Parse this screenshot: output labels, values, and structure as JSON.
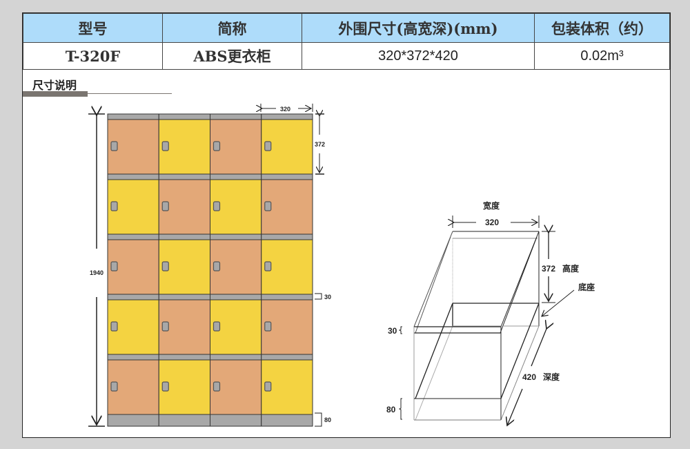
{
  "table": {
    "headers": [
      "型号",
      "简称",
      "外围尺寸(高宽深)(mm)",
      "包装体积（约）"
    ],
    "values": [
      "T-320F",
      "ABS更衣柜",
      "320*372*420",
      "0.02m³"
    ]
  },
  "section_title": "尺寸说明",
  "front_view": {
    "columns": 4,
    "door_pattern": [
      [
        "orange",
        "yellow",
        "orange",
        "yellow"
      ],
      [
        "yellow",
        "orange",
        "yellow",
        "orange"
      ],
      [
        "orange",
        "yellow",
        "orange",
        "yellow"
      ],
      [
        "yellow",
        "orange",
        "yellow",
        "orange"
      ],
      [
        "orange",
        "yellow",
        "orange",
        "yellow"
      ]
    ],
    "colors": {
      "orange": "#e3a878",
      "yellow": "#f4d341",
      "gray": "#a8a8a8"
    },
    "dim_total_height": "1940",
    "dim_width": "320",
    "dim_door_height": "372",
    "dim_divider": "30",
    "dim_base": "80"
  },
  "iso_view": {
    "width_label": "宽度",
    "width": "320",
    "height": "372",
    "height_label": "高度",
    "base_label": "底座",
    "top": "30",
    "bottom": "80",
    "depth": "420",
    "depth_label": "深度"
  }
}
